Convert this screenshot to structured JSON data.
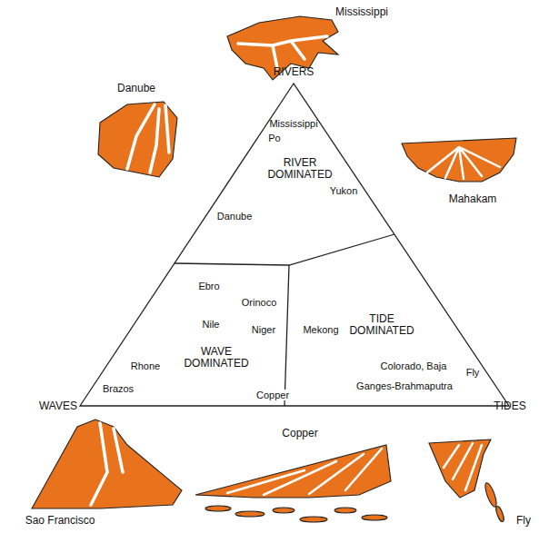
{
  "diagram": {
    "nodes": [
      {
        "text": [
          "RIVER DOMINATED",
          "Mississippi",
          "Po",
          "Danube",
          "Yukon"
        ]
      },
      {
        "text": [
          "WAVE DOMINATED",
          "Ebro",
          "Orinoco",
          "Nile",
          "Niger",
          "Rhone",
          "Brazos",
          "Copper"
        ]
      },
      {
        "text": [
          "TIDE DOMINATED",
          "Mekong",
          "Colorado, Baja",
          "Ganges-Brahmaputra",
          "Fly"
        ]
      }
    ],
    "labels": [
      "Mississippi",
      "RIVERS",
      "Danube",
      "Mahakam",
      "WAVES",
      "TIDES",
      "Copper",
      "Sao Francisco",
      "Fly"
    ]
  }
}
